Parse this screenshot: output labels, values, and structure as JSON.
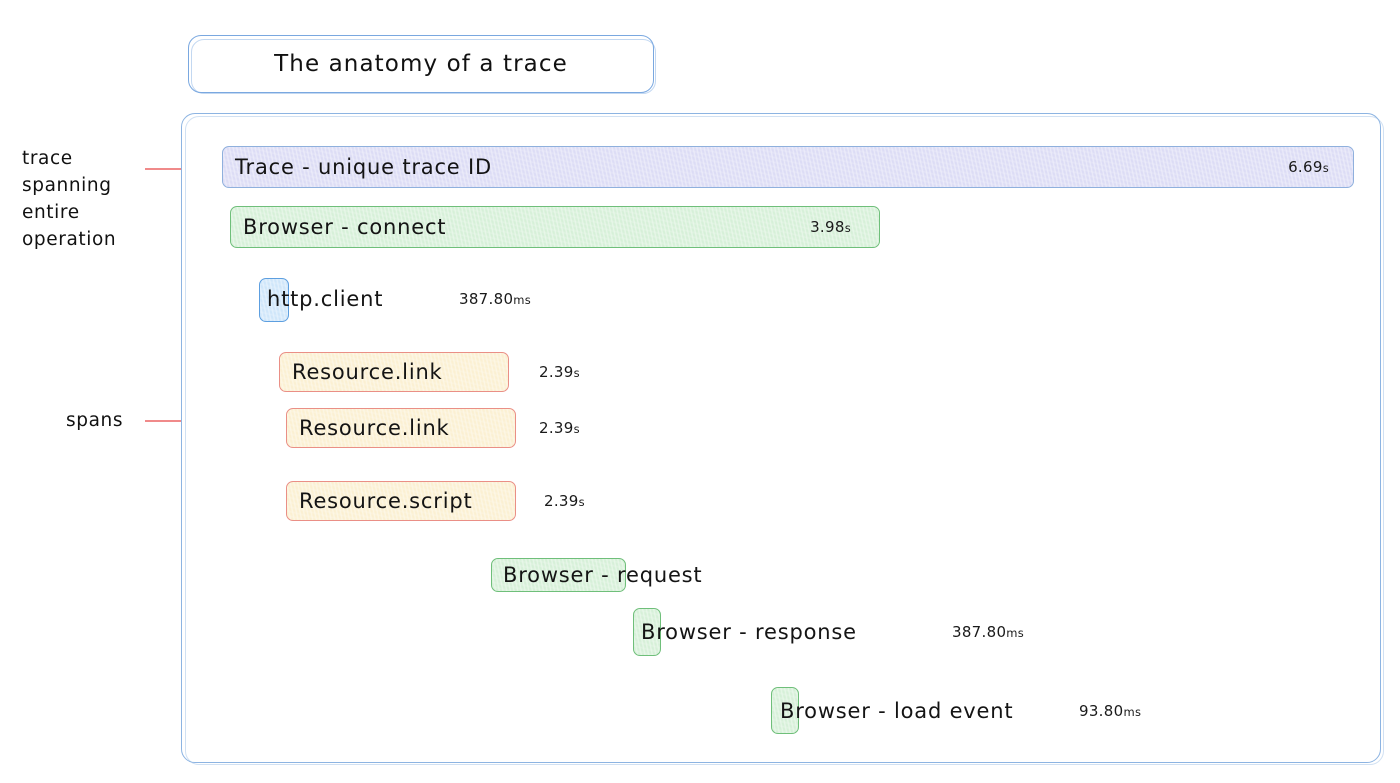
{
  "title": {
    "text": "The anatomy of a trace"
  },
  "annotations": [
    {
      "id": "trace-annotation",
      "text": "trace\nspanning\nentire\noperation"
    },
    {
      "id": "spans-annotation",
      "text": "spans"
    }
  ],
  "colors": {
    "trace_fill": "#dcdcf5",
    "trace_border": "#8fb0dd",
    "browser_fill": "#d6f0d8",
    "browser_border": "#6fbf7a",
    "http_fill": "#cfe6fa",
    "http_border": "#5d9fe0",
    "resource_fill": "#fbf0d2",
    "resource_border": "#ea8f86",
    "container_border": "#8db4e2",
    "leader_line": "#f4827f"
  },
  "trace": {
    "spans": [
      {
        "name": "trace-root",
        "label": "Trace - unique trace ID",
        "duration": "6.69",
        "duration_unit": "s",
        "color": "purple",
        "label_inside": true,
        "duration_inside": true
      },
      {
        "name": "browser-connect",
        "label": "Browser - connect",
        "duration": "3.98",
        "duration_unit": "s",
        "color": "green",
        "label_inside": true,
        "duration_inside": true
      },
      {
        "name": "http-client",
        "label": "http.client",
        "duration": "387.80",
        "duration_unit": "ms",
        "color": "blue",
        "label_inside": false,
        "duration_inside": false
      },
      {
        "name": "resource-link-1",
        "label": "Resource.link",
        "duration": "2.39",
        "duration_unit": "s",
        "color": "orange",
        "label_inside": true,
        "duration_inside": false
      },
      {
        "name": "resource-link-2",
        "label": "Resource.link",
        "duration": "2.39",
        "duration_unit": "s",
        "color": "orange",
        "label_inside": true,
        "duration_inside": false
      },
      {
        "name": "resource-script",
        "label": "Resource.script",
        "duration": "2.39",
        "duration_unit": "s",
        "color": "orange",
        "label_inside": true,
        "duration_inside": false
      },
      {
        "name": "browser-request",
        "label": "Browser - request",
        "duration": "",
        "duration_unit": "",
        "color": "green",
        "label_inside": false,
        "duration_inside": false
      },
      {
        "name": "browser-response",
        "label": "Browser - response",
        "duration": "387.80",
        "duration_unit": "ms",
        "color": "green",
        "label_inside": false,
        "duration_inside": false
      },
      {
        "name": "browser-load-event",
        "label": "Browser - load event",
        "duration": "93.80",
        "duration_unit": "ms",
        "color": "green",
        "label_inside": false,
        "duration_inside": false
      }
    ]
  }
}
